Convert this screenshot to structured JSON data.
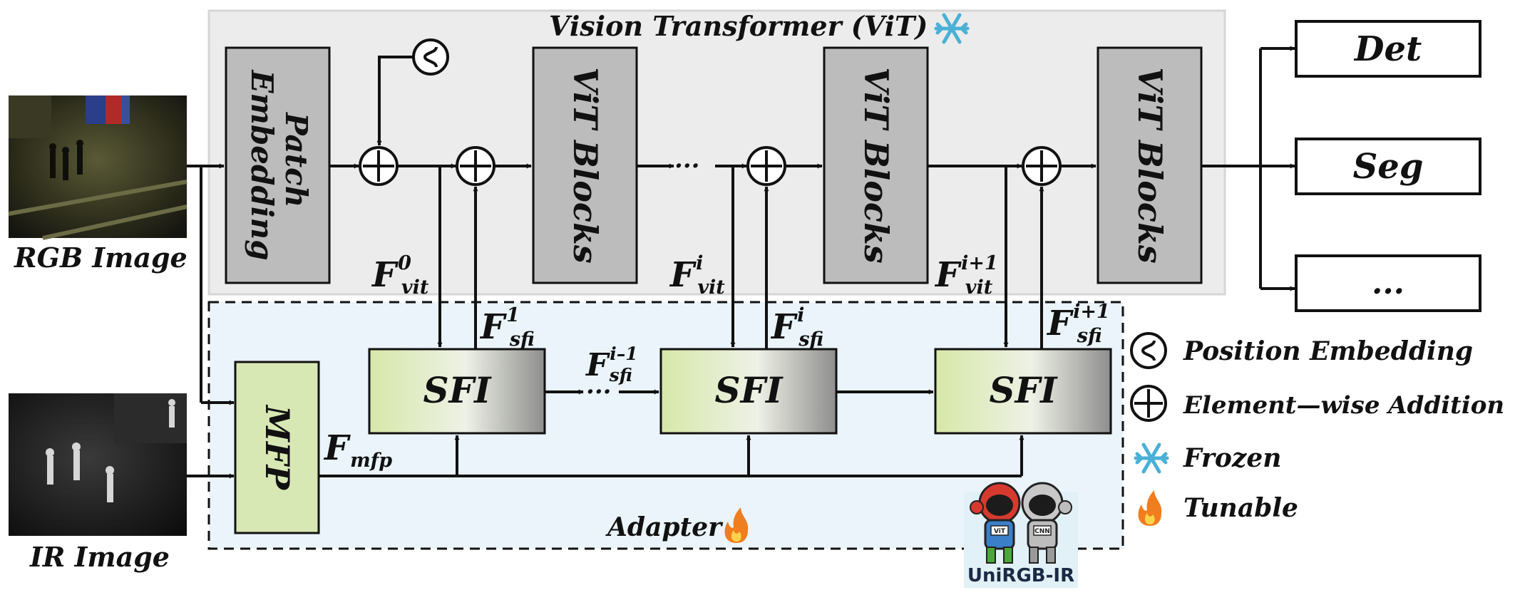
{
  "vit": {
    "title_main": "Vision Transformer (",
    "title_abbr": "ViT",
    "title_close": ")",
    "patch_embedding_line1": "Patch",
    "patch_embedding_line2": "Embedding",
    "block_label": "ViT Blocks",
    "ellipsis": "···"
  },
  "inputs": {
    "rgb_label": "RGB Image",
    "ir_label": "IR Image"
  },
  "features": {
    "F": "F",
    "vit": "vit",
    "sfi": "sfi",
    "mfp": "mfp",
    "sup_0": "0",
    "sup_1": "1",
    "sup_i": "i",
    "sup_i_minus_1": "i–1",
    "sup_i_plus_1": "i+1"
  },
  "adapter": {
    "label": "Adapter",
    "mfp_label": "MFP",
    "sfi_label": "SFI",
    "ellipsis": "···"
  },
  "outputs": {
    "det": "Det",
    "seg": "Seg",
    "more": "..."
  },
  "legend": {
    "position_embedding": "Position Embedding",
    "element_wise_addition": "Element—wise Addition",
    "frozen": "Frozen",
    "tunable": "Tunable"
  },
  "mascot": {
    "brand": "UniRGB-IR",
    "badge_left": "ViT",
    "badge_right": "CNN"
  },
  "colors": {
    "vit_panel": "#ececec",
    "adapter_panel": "#eaf4fa",
    "block_gray": "#bcbcbc",
    "mfp_green": "#d8e8b4",
    "sfi_green": "#d6e8a8",
    "frozen_blue": "#4ab0d6",
    "flame_orange": "#f07d1e"
  }
}
